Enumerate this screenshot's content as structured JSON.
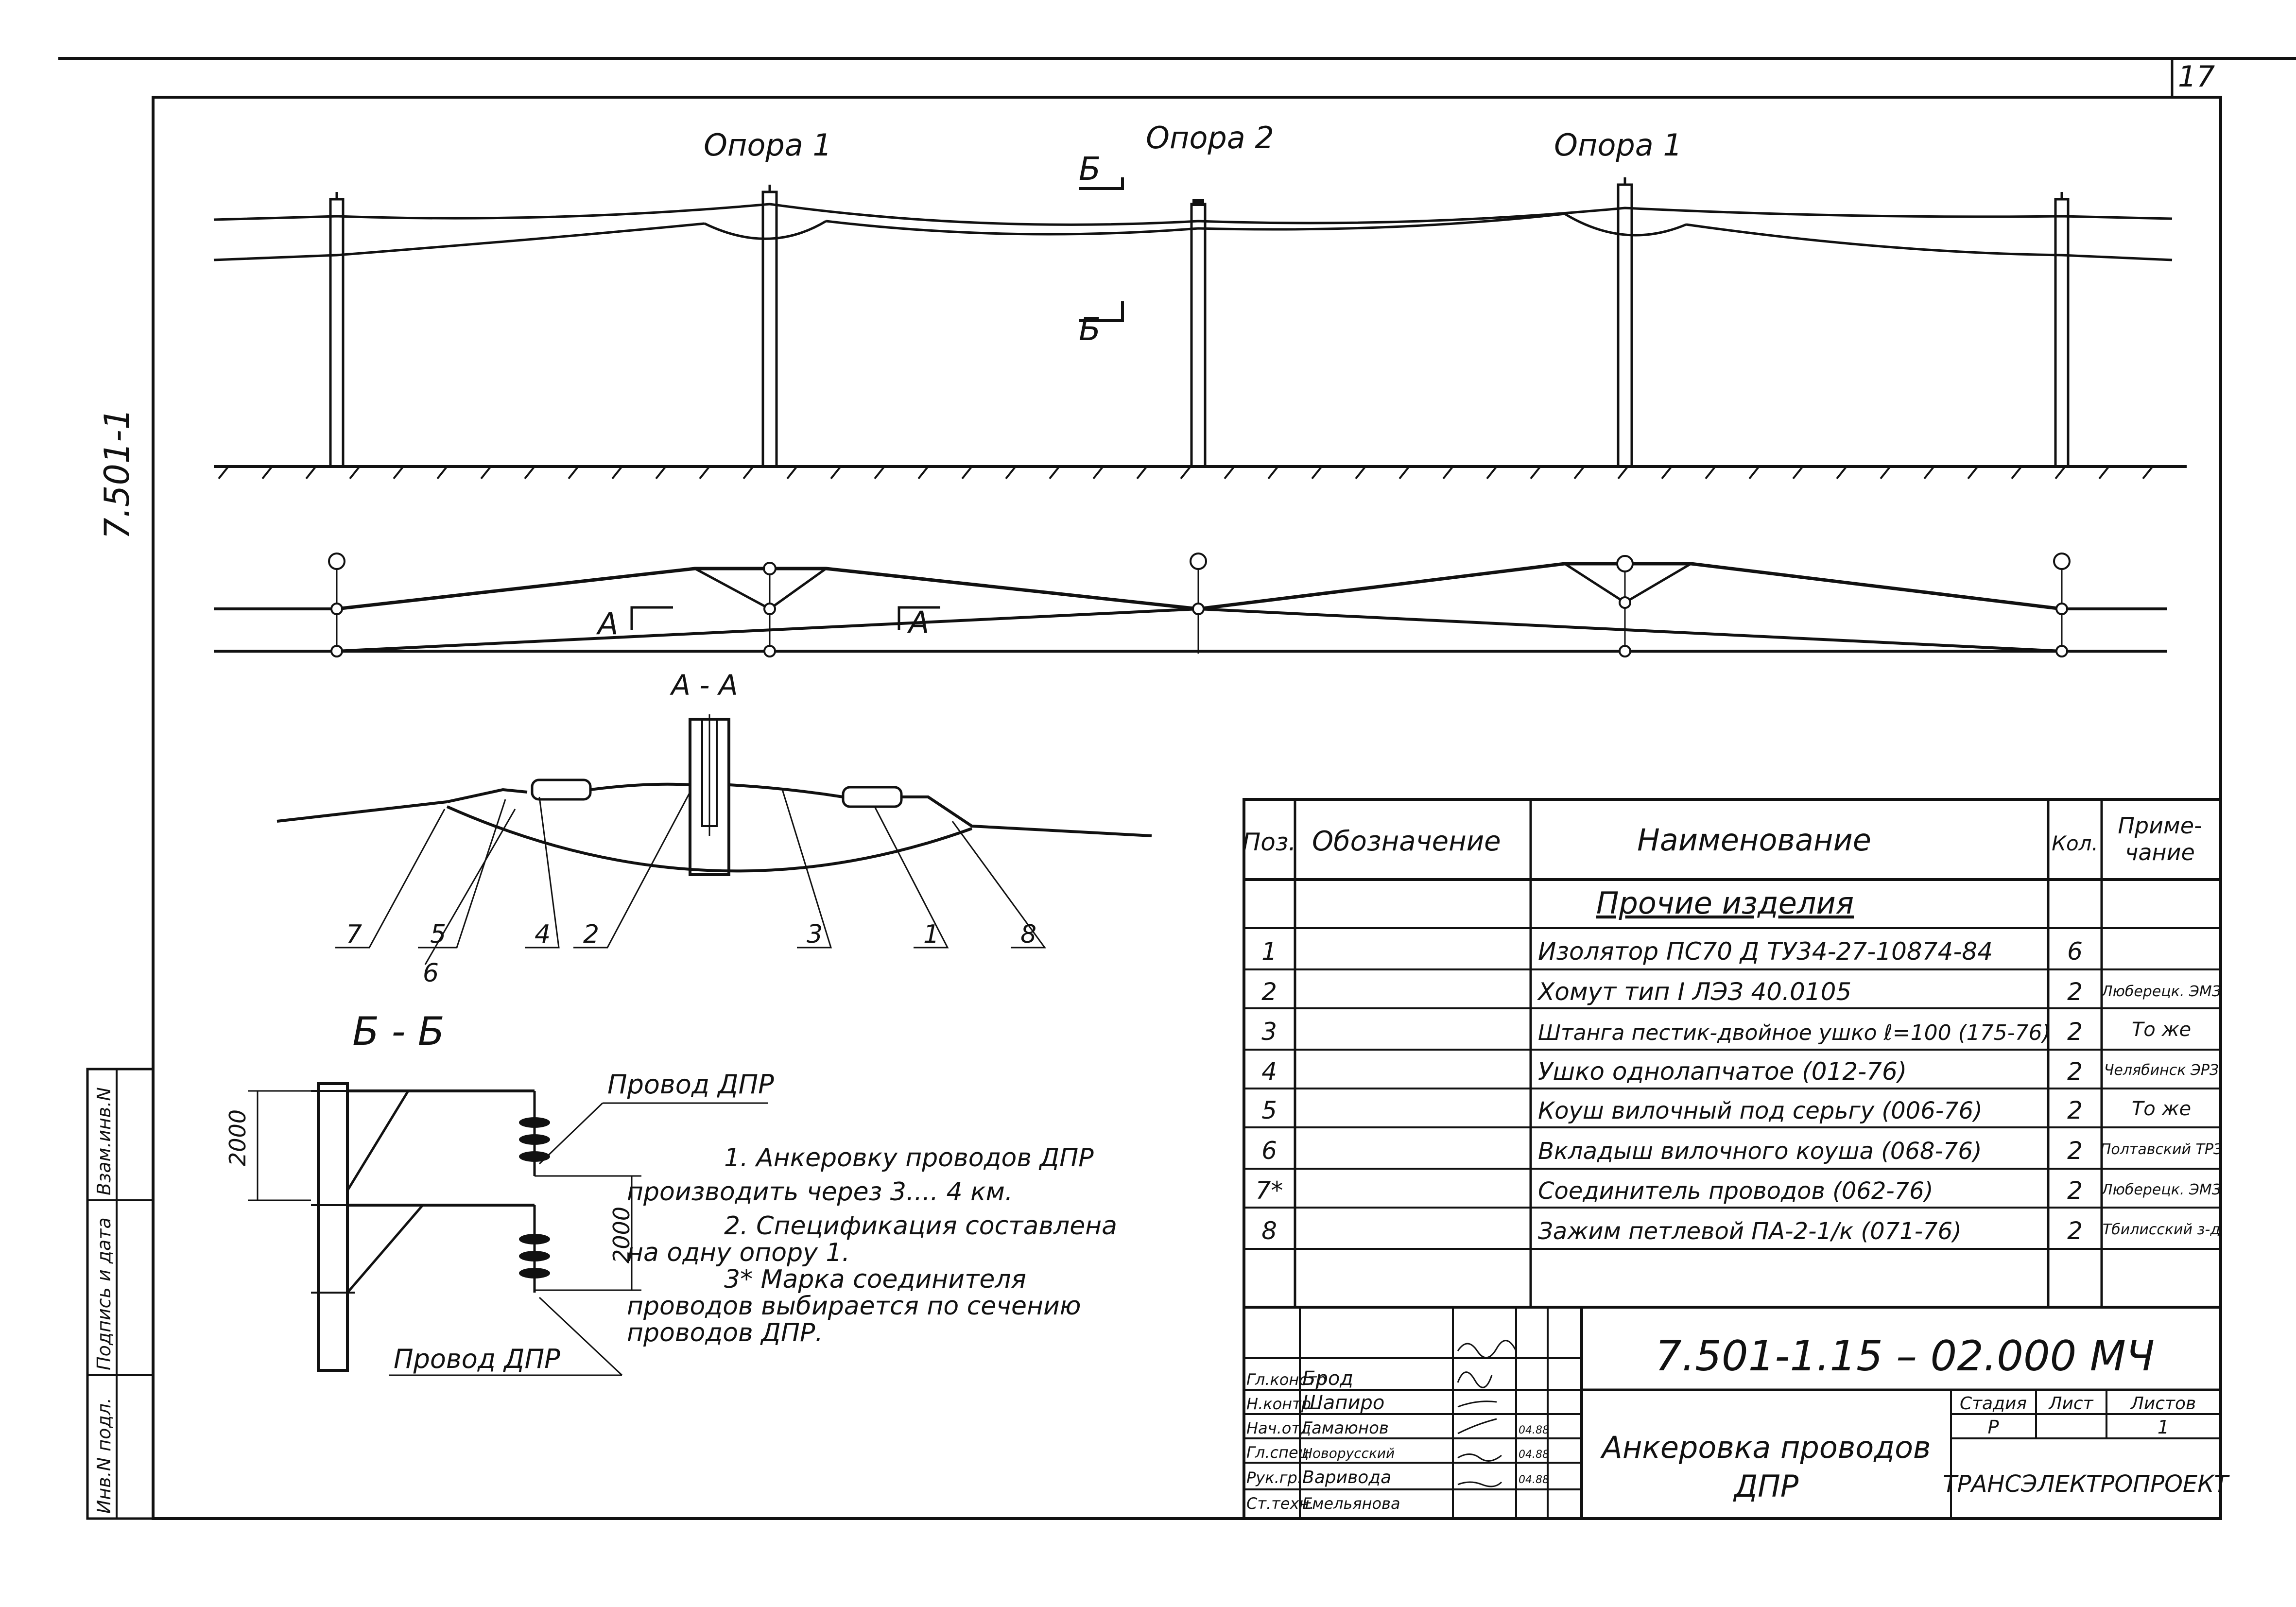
{
  "sheet": {
    "page_number": "17",
    "side_code": "7.501-1",
    "support_1": "Опора 1",
    "support_2": "Опора 2",
    "support_3": "Опора 1",
    "cut_b": "Б",
    "cut_a": "А",
    "section_aa": "А - А",
    "section_bb": "Б - Б",
    "dim_2000": "2000",
    "wire_label": "Провод ДПР"
  },
  "callouts": [
    "7",
    "5",
    "6",
    "4",
    "2",
    "3",
    "1",
    "8"
  ],
  "notes": [
    "1. Анкеровку проводов ДПР",
    "производить через 3.... 4 км.",
    "2. Спецификация составлена",
    "на одну опору 1.",
    "3* Марка соединителя",
    "проводов выбирается по сечению",
    "проводов ДПР."
  ],
  "spec": {
    "headers": {
      "pos": "Поз.",
      "designation": "Обозначение",
      "name": "Наименование",
      "qty": "Кол.",
      "note_1": "Приме-",
      "note_2": "чание"
    },
    "section_title": "Прочие изделия",
    "rows": [
      {
        "pos": "1",
        "name": "Изолятор ПС70 Д ТУ34-27-10874-84",
        "qty": "6",
        "note": ""
      },
      {
        "pos": "2",
        "name": "Хомут тип I      ЛЭЗ 40.0105",
        "qty": "2",
        "note": "Люберецк. ЭМЗ"
      },
      {
        "pos": "3",
        "name": "Штанга пестик-двойное ушко ℓ=100 (175-76)",
        "qty": "2",
        "note": "То же"
      },
      {
        "pos": "4",
        "name": "Ушко однолапчатое  (012-76)",
        "qty": "2",
        "note": "Челябинск ЭРЗ"
      },
      {
        "pos": "5",
        "name": "Коуш вилочный под серьгу (006-76)",
        "qty": "2",
        "note": "То же"
      },
      {
        "pos": "6",
        "name": "Вкладыш вилочного коуша (068-76)",
        "qty": "2",
        "note": "Полтавский ТРЗ"
      },
      {
        "pos": "7*",
        "name": "Соединитель проводов        (062-76)",
        "qty": "2",
        "note": "Люберецк. ЭМЗ"
      },
      {
        "pos": "8",
        "name": "Зажим петлевой ПА-2-1/к  (071-76)",
        "qty": "2",
        "note": "Тбилисский з-д"
      }
    ]
  },
  "title_block": {
    "doc_code": "7.501-1.15 –   02.000 МЧ",
    "title_1": "Анкеровка проводов",
    "title_2": "ДПР",
    "stage_label": "Стадия",
    "sheet_label": "Лист",
    "sheets_label": "Листов",
    "stage": "Р",
    "sheets": "1",
    "org": "ТРАНСЭЛЕКТРОПРОЕКТ",
    "staff": [
      {
        "role": "Гл.констр",
        "name": "Брод",
        "date": ""
      },
      {
        "role": "Н.контр",
        "name": "Шапиро",
        "date": ""
      },
      {
        "role": "Нач.отд",
        "name": "Гамаюнов",
        "date": "04.88"
      },
      {
        "role": "Гл.спец",
        "name": "Новорусский",
        "date": "04.88"
      },
      {
        "role": "Рук.гр.",
        "name": "Варивода",
        "date": "04.88"
      },
      {
        "role": "Ст.техн.",
        "name": "Емельянова",
        "date": ""
      }
    ]
  },
  "side_stamps": [
    "Взам.инв.N",
    "Подпись и дата",
    "Инв.N подл."
  ]
}
